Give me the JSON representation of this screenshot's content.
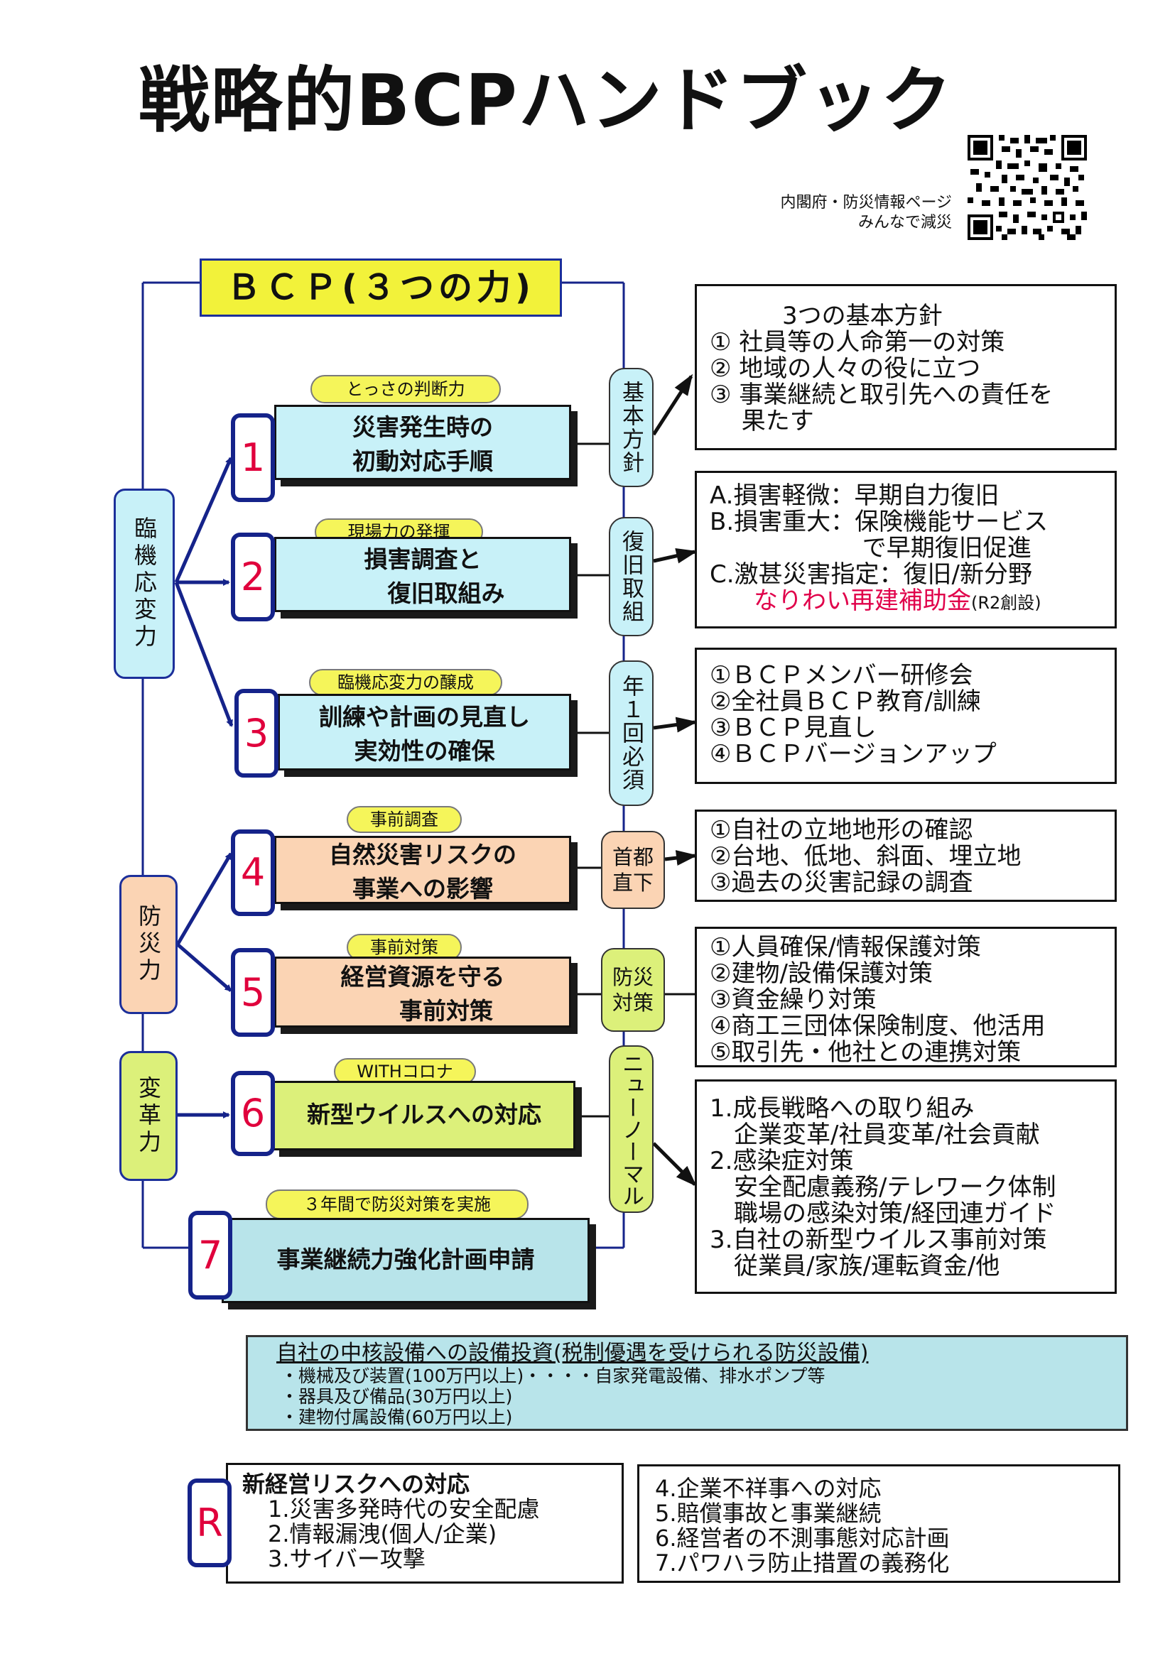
{
  "title": "戦略的BCPハンドブック",
  "qr_caption": [
    "内閣府・防災情報ページ",
    "みんなで減災"
  ],
  "header_box": "ＢＣＰ(３つの力)",
  "left_labels": {
    "crisis": "臨機応変力",
    "disaster": "防災力",
    "reform": "変革力"
  },
  "steps": [
    {
      "num": "1",
      "tag": "とっさの判断力",
      "lines": [
        "災害発生時の",
        "初動対応手順"
      ],
      "pill": "基本方針"
    },
    {
      "num": "2",
      "tag": "現場力の発揮",
      "lines": [
        "損害調査と",
        "　　復旧取組み"
      ],
      "pill": "復旧取組"
    },
    {
      "num": "3",
      "tag": "臨機応変力の醸成",
      "lines": [
        "訓練や計画の見直し",
        "実効性の確保"
      ],
      "pill": "年１回必須"
    },
    {
      "num": "4",
      "tag": "事前調査",
      "lines": [
        "自然災害リスクの",
        "事業への影響"
      ],
      "pill": "首都直下"
    },
    {
      "num": "5",
      "tag": "事前対策",
      "lines": [
        "経営資源を守る",
        "　　事前対策"
      ],
      "pill": "防災対策"
    },
    {
      "num": "6",
      "tag": "WITHコロナ",
      "lines": [
        "新型ウイルスへの対応"
      ],
      "pill": "ニューノーマル"
    },
    {
      "num": "7",
      "tag": "３年間で防災対策を実施",
      "lines": [
        "事業継続力強化計画申請"
      ]
    }
  ],
  "right_boxes": {
    "policy": [
      "　　　3つの基本方針",
      "①  社員等の人命第一の対策",
      "②  地域の人々の役に立つ",
      "③  事業継続と取引先への責任を",
      "　 果たす"
    ],
    "recovery": [
      "A.損害軽微：早期自力復旧",
      "B.損害重大：保険機能サービス",
      "　　　　　　 で早期復旧促進",
      "C.激甚災害指定：復旧/新分野"
    ],
    "recovery_red": "なりわい再建補助金",
    "recovery_note": "(R2創設)",
    "annual": [
      "①ＢＣＰメンバー研修会",
      "②全社員ＢＣＰ教育/訓練",
      "③ＢＣＰ見直し",
      "④ＢＣＰバージョンアップ"
    ],
    "survey": [
      "①自社の立地地形の確認",
      "②台地、低地、斜面、埋立地",
      "③過去の災害記録の調査"
    ],
    "measures": [
      "①人員確保/情報保護対策",
      "②建物/設備保護対策",
      "③資金繰り対策",
      "④商工三団体保険制度、他活用",
      "⑤取引先・他社との連携対策"
    ],
    "normal": [
      "1.成長戦略への取り組み",
      "　企業変革/社員変革/社会貢献",
      "2.感染症対策",
      "　安全配慮義務/テレワーク体制",
      "　職場の感染対策/経団連ガイド",
      "3.自社の新型ウイルス事前対策",
      "　従業員/家族/運転資金/他"
    ]
  },
  "bottom_box": {
    "title": "自社の中核設備への設備投資(税制優遇を受けられる防災設備)",
    "items": [
      "・機械及び装置(100万円以上)・・・・自家発電設備、排水ポンプ等",
      "・器具及び備品(30万円以上)",
      "・建物付属設備(60万円以上)"
    ]
  },
  "risk": {
    "label": "R",
    "title": "新経営リスクへの対応",
    "left_items": [
      "1.災害多発時代の安全配慮",
      "2.情報漏洩(個人/企業)",
      "3.サイバー攻撃"
    ],
    "right_items": [
      "4.企業不祥事への対応",
      "5.賠償事故と事業継続",
      "6.経営者の不測事態対応計画",
      "7.パワハラ防止措置の義務化"
    ]
  },
  "colors": {
    "navy": "#15238a",
    "cyan_box": "#c8f1f8",
    "peach_box": "#fbd4b4",
    "lime_box": "#dcf07a",
    "teal_box": "#b8e4ea",
    "yellow": "#f2f23a",
    "red_number": "#e0003c"
  }
}
